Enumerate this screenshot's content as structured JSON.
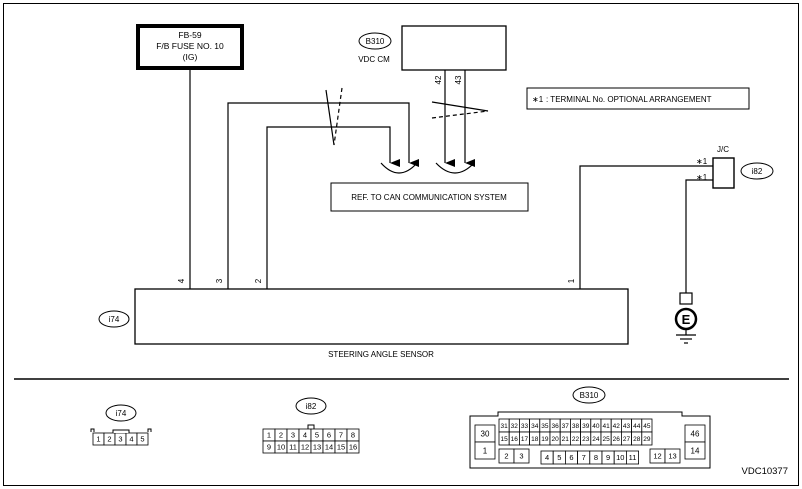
{
  "fuse": {
    "line1": "FB-59",
    "line2": "F/B FUSE NO. 10",
    "line3": "(IG)"
  },
  "vdc": {
    "connector": "B310",
    "label": "VDC CM",
    "pins": [
      "42",
      "43"
    ]
  },
  "note": {
    "star": "∗1",
    "text": ": TERMINAL No. OPTIONAL ARRANGEMENT"
  },
  "can_ref": "REF. TO CAN COMMUNICATION SYSTEM",
  "jc": {
    "label": "J/C",
    "connector": "i82",
    "pin_marks": [
      "∗1",
      "∗1"
    ]
  },
  "ground": {
    "letter": "E"
  },
  "sensor": {
    "connector": "i74",
    "label": "STEERING ANGLE SENSOR",
    "pins": [
      "4",
      "3",
      "2",
      "1"
    ]
  },
  "connector_faces": {
    "i74": {
      "label": "i74",
      "pins": [
        "1",
        "2",
        "3",
        "4",
        "5"
      ]
    },
    "i82": {
      "label": "i82",
      "row1": [
        "1",
        "2",
        "3",
        "4",
        "5",
        "6",
        "7",
        "8"
      ],
      "row2": [
        "9",
        "10",
        "11",
        "12",
        "13",
        "14",
        "15",
        "16"
      ]
    },
    "b310": {
      "label": "B310",
      "left_cells": [
        "30",
        "1"
      ],
      "right_cells": [
        "46",
        "14"
      ],
      "row1": [
        "31",
        "32",
        "33",
        "34",
        "35",
        "36",
        "37",
        "38",
        "39",
        "40",
        "41",
        "42",
        "43",
        "44",
        "45"
      ],
      "row2": [
        "15",
        "16",
        "17",
        "18",
        "19",
        "20",
        "21",
        "22",
        "23",
        "24",
        "25",
        "26",
        "27",
        "28",
        "29"
      ],
      "row3_a": [
        "2",
        "3"
      ],
      "row3_b": [
        "4",
        "5",
        "6",
        "7",
        "8",
        "9",
        "10",
        "11"
      ],
      "row3_c": [
        "12",
        "13"
      ]
    }
  },
  "doc_id": "VDC10377"
}
